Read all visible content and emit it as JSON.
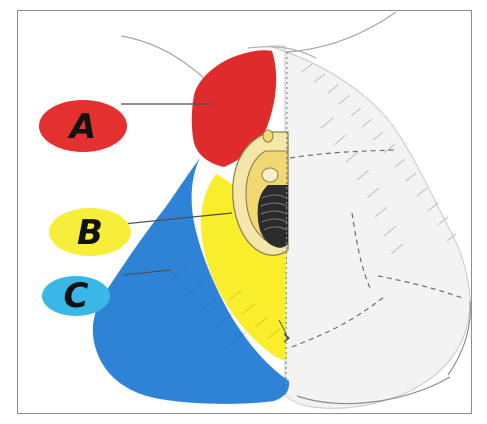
{
  "labels": [
    {
      "id": "A",
      "text": "A",
      "color": "#e53030"
    },
    {
      "id": "B",
      "text": "B",
      "color": "#f6ee3a"
    },
    {
      "id": "C",
      "text": "C",
      "color": "#3ab7e6"
    }
  ],
  "region_colors": {
    "red": "#df2b2b",
    "yellow": "#f9ee2c",
    "blue": "#2f83d6"
  },
  "style": {
    "line_color": "#4f4f4f",
    "sketch_color": "#9e9e9e",
    "center_dark": "#2c2c2c"
  }
}
